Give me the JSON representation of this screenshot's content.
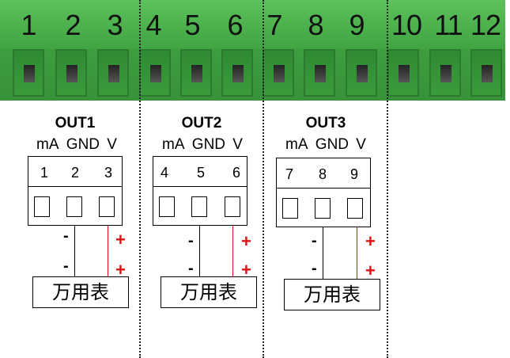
{
  "terminal_strip": {
    "pins": [
      "1",
      "2",
      "3",
      "4",
      "5",
      "6",
      "7",
      "8",
      "9",
      "10",
      "11",
      "12"
    ]
  },
  "outputs": [
    {
      "title": "OUT1",
      "labels": [
        "mA",
        "GND",
        "V"
      ],
      "module_pins": [
        "1",
        "2",
        "3"
      ],
      "minus": "-",
      "plus": "+",
      "meter": "万用表"
    },
    {
      "title": "OUT2",
      "labels": [
        "mA",
        "GND",
        "V"
      ],
      "module_pins": [
        "4",
        "5",
        "6"
      ],
      "minus": "-",
      "plus": "+",
      "meter": "万用表"
    },
    {
      "title": "OUT3",
      "labels": [
        "mA",
        "GND",
        "V"
      ],
      "module_pins": [
        "7",
        "8",
        "9"
      ],
      "minus": "-",
      "plus": "+",
      "meter": "万用表"
    }
  ],
  "colors": {
    "terminal_green": "#3e9f40",
    "wire_positive": "#e01010",
    "wire_ground": "#000000"
  }
}
